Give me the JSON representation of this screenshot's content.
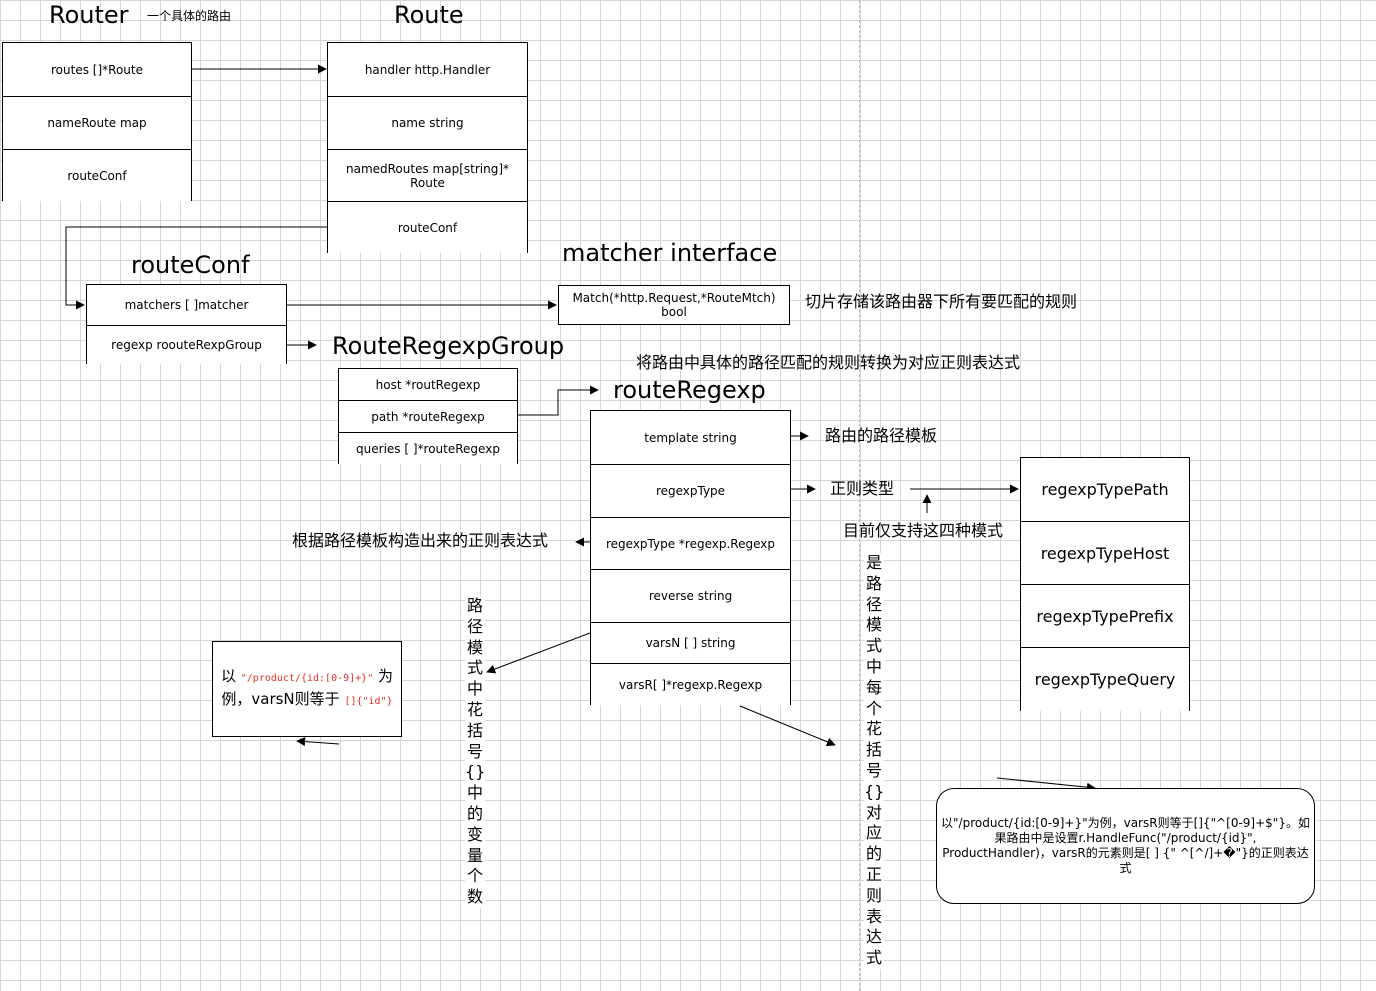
{
  "router": {
    "title": "Router",
    "subtitle": "一个具体的路由",
    "fields": [
      "routes []*Route",
      "nameRoute map",
      "routeConf"
    ]
  },
  "route": {
    "title": "Route",
    "fields": [
      "handler http.Handler",
      "name string",
      "namedRoutes map[string]* Route",
      "routeConf"
    ]
  },
  "route_conf": {
    "title": "routeConf",
    "fields": [
      "matchers [ ]matcher",
      "regexp roouteRexpGroup"
    ]
  },
  "matcher": {
    "title": "matcher interface",
    "method": "Match(*http.Request,*RouteMtch) bool",
    "note": "切片存储该路由器下所有要匹配的规则"
  },
  "route_regexp_group": {
    "title": "RouteRegexpGroup",
    "fields": [
      "host *routRegexp",
      "path *routeRegexp",
      "queries [ ]*routeRegexp"
    ]
  },
  "route_regexp": {
    "title": "routeRegexp",
    "title_note": "将路由中具体的路径匹配的规则转换为对应正则表达式",
    "fields": [
      "template string",
      "regexpType",
      "regexpType *regexp.Regexp",
      "reverse string",
      "varsN [ ] string",
      "varsR[ ]*regexp.Regexp"
    ]
  },
  "annotations": {
    "template": "路由的路径模板",
    "regexp_type": "正则类型",
    "four_modes": "目前仅支持这四种模式",
    "regexp_built": "根据路径模板构造出来的正则表达式",
    "varsN_vertical": "路径模式中花括号{}中的变量个数",
    "varsR_vertical": "是路径模式中每个花括号{}对应的正则表达式"
  },
  "regexp_types": [
    "regexpTypePath",
    "regexpTypeHost",
    "regexpTypePrefix",
    "regexpTypeQuery"
  ],
  "varsN_example": {
    "prefix": "以",
    "code1": "\"/product/{id:[0-9]+}\"",
    "middle": "为例，varsN则等于",
    "code2": "[]{\"id\"}"
  },
  "varsR_example": "以\"/product/{id:[0-9]+}\"为例，varsR则等于[]{\"^[0-9]+$\"}。如果路由中是设置r.HandleFunc(\"/product/{id}\", ProductHandler)，varsR的元素则是[ ] {\" ^[^/]+�\"}的正则表达式"
}
